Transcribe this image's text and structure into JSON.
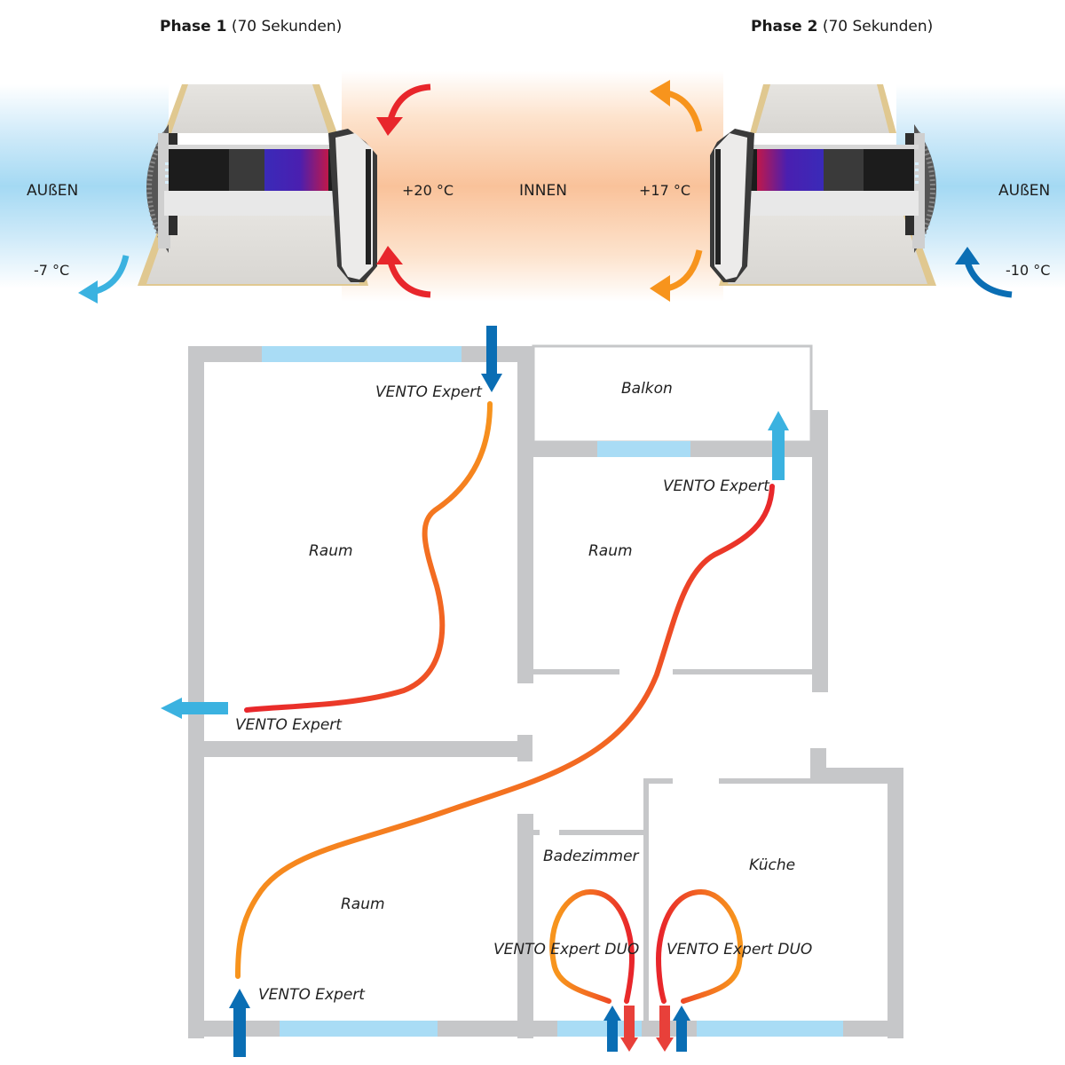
{
  "phases": [
    {
      "title_bold": "Phase 1",
      "title_rest": "(70 Sekunden)"
    },
    {
      "title_bold": "Phase 2",
      "title_rest": "(70 Sekunden)"
    }
  ],
  "top": {
    "outside_left": "AUßEN",
    "outside_right": "AUßEN",
    "inside": "INNEN",
    "temp_inside_phase1": "+20 °C",
    "temp_inside_phase2": "+17 °C",
    "temp_outside_phase1": "-7 °C",
    "temp_outside_phase2": "-10 °C"
  },
  "rooms": {
    "raum_top_left": "Raum",
    "raum_top_right": "Raum",
    "balkon": "Balkon",
    "raum_bottom_left": "Raum",
    "badezimmer": "Badezimmer",
    "kueche": "Küche"
  },
  "devices": {
    "top_left_supply": "VENTO Expert",
    "top_right_exhaust": "VENTO Expert",
    "left_exhaust": "VENTO Expert",
    "bottom_left_supply": "VENTO Expert",
    "bad_duo": "VENTO Expert DUO",
    "kueche_duo": "VENTO Expert DUO"
  },
  "colors": {
    "warm_air": "#e8262b",
    "mid_air": "#f26522",
    "cool_air": "#f7941d",
    "cold_supply": "#0a6eb4",
    "cold_exhaust": "#3bb2e0",
    "wall": "#c6c7c9",
    "window": "#a9dcf5",
    "inside_bg": "#f9c9a2",
    "outside_bg": "#a8dcf5"
  }
}
